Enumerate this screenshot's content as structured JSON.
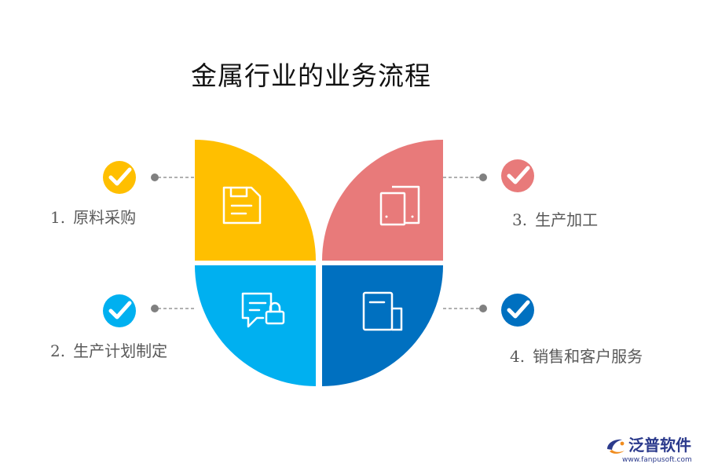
{
  "title": "金属行业的业务流程",
  "steps": [
    {
      "num": "1.",
      "label": "原料采购",
      "color": "#FFBF00",
      "icon": "floppy-disk-icon"
    },
    {
      "num": "2.",
      "label": "生产计划制定",
      "color": "#00B0F0",
      "icon": "chat-lock-icon"
    },
    {
      "num": "3.",
      "label": "生产加工",
      "color": "#E87A7A",
      "icon": "copy-docs-icon"
    },
    {
      "num": "4.",
      "label": "销售和客户服务",
      "color": "#0070C0",
      "icon": "document-icon"
    }
  ],
  "connector_color": "#808080",
  "brand": {
    "name": "泛普软件",
    "url": "www.fanpusoft.com",
    "color": "#2B3A8C"
  }
}
